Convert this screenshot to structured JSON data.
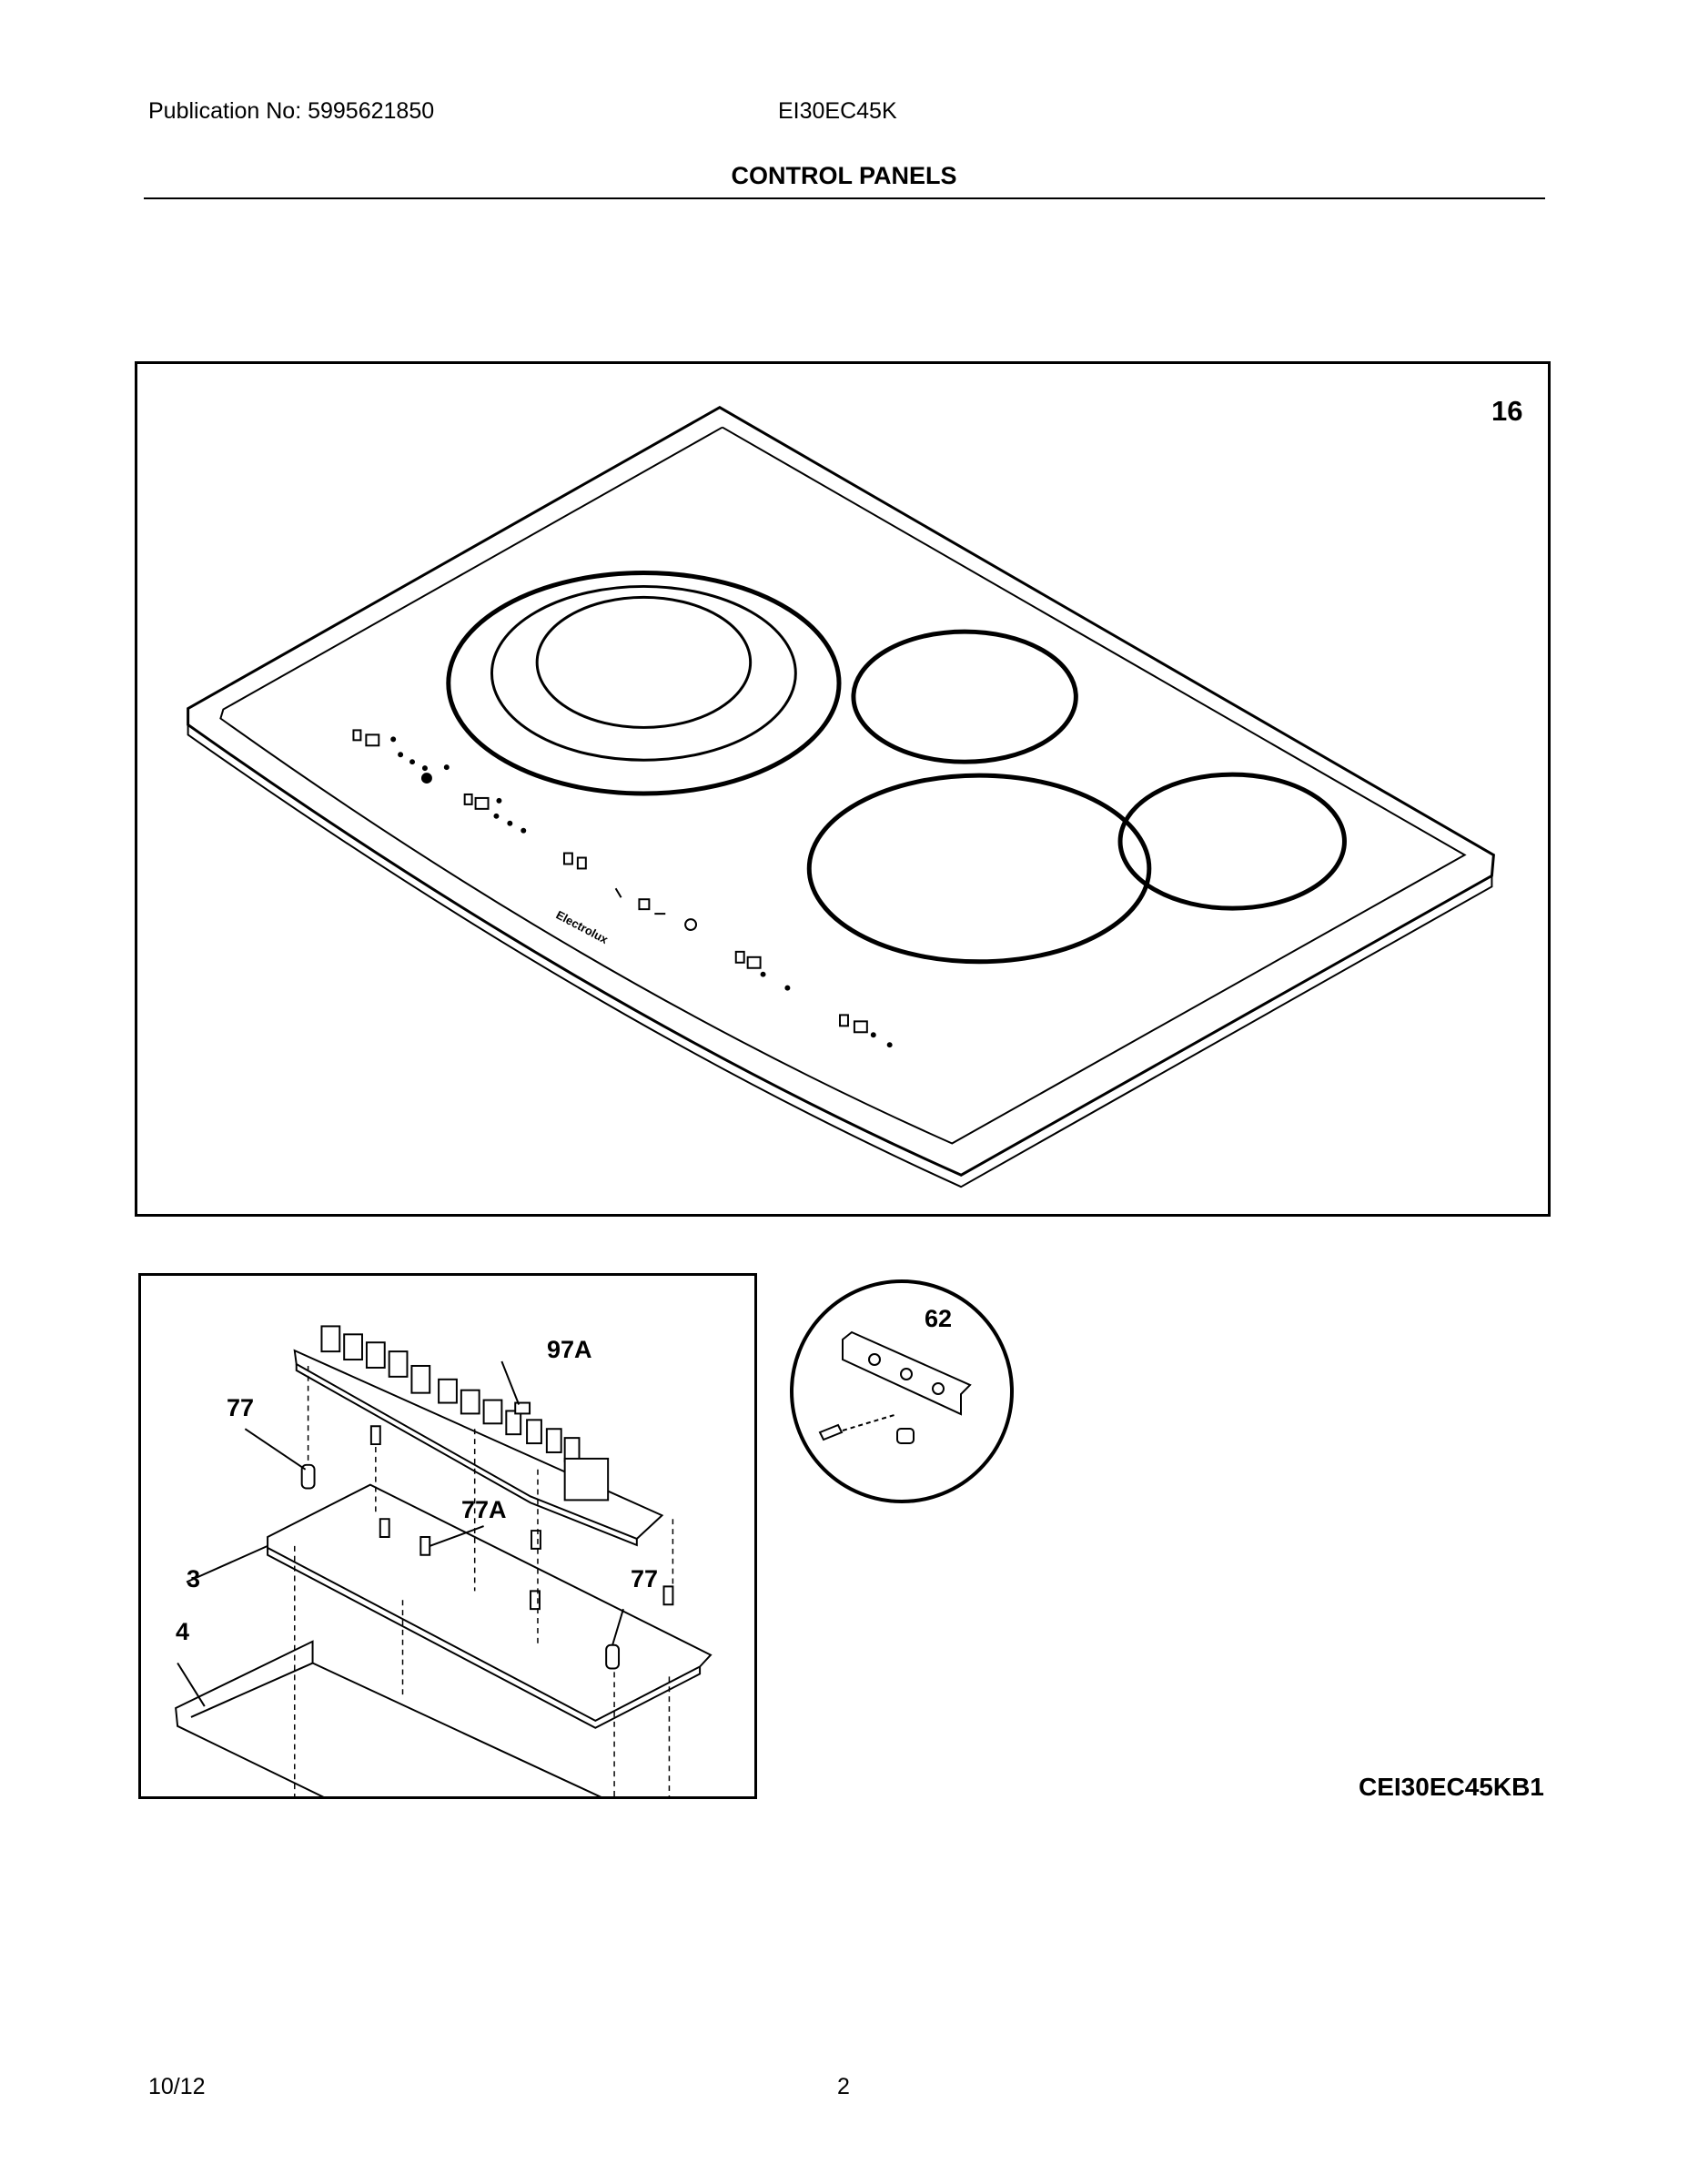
{
  "header": {
    "publication": "Publication No: 5995621850",
    "model": "EI30EC45K",
    "section_title": "CONTROL PANELS"
  },
  "callouts": {
    "cooktop": "16",
    "control_board": "97A",
    "standoff_left": "77",
    "standoff_right": "77",
    "clip": "77A",
    "bracket": "3",
    "housing": "4",
    "detail": "62"
  },
  "brand_mark": "Electrolux",
  "figure_code": "CEI30EC45KB1",
  "footer": {
    "date": "10/12",
    "page": "2"
  }
}
